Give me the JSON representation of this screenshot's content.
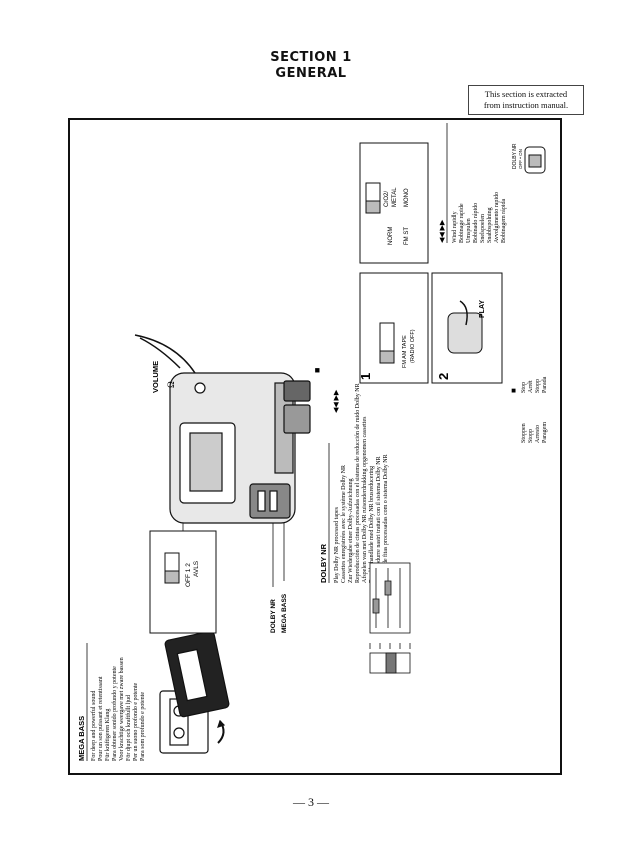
{
  "section": {
    "line1": "SECTION 1",
    "line2": "GENERAL"
  },
  "note": {
    "line1": "This section is extracted",
    "line2": "from instruction manual."
  },
  "page_number": "— 3 —",
  "mega_bass": {
    "title": "MEGA BASS",
    "lines": [
      "For deep and powerful sound",
      "Pour un son puissant et retentissant",
      "Für kräftigeren Klang",
      "Para obtener sonido profundo y potente",
      "Voor krachtige weergave met zware bassen",
      "För djupt och kraftfullt ljud",
      "Per un suono profondo e potente",
      "Para som profundo e potente"
    ]
  },
  "dolby_nr": {
    "title": "DOLBY NR",
    "lines": [
      "Play Dolby NR processed tapes",
      "Cassettes enregistrées avec le système Dolby NR",
      "Zur Wiedergabe einer Dolby-Aufzeichnung",
      "Reproducción de cintas procesadas con el sistema de reducción de ruido Dolby NR",
      "Afspelen van met Dolby NR ruisonderdrukking opgenomen cassettes",
      "Band behandlade med Dolby NR brusreducering",
      "Per riprodurre nastri trattati con il sistema Dolby NR",
      "Leitura de fitas processadas com o sistema Dolby NR"
    ],
    "switch_label": "DOLBY NR",
    "switch_sub": "OFF • ON"
  },
  "wind": {
    "symbol": "◀◀ ▶▶",
    "lines": [
      "Wind rapidly",
      "Bobinage rapide",
      "Umspulen",
      "Bobinado rápido",
      "Snelspoelen",
      "Snabbspolning",
      "Avvolgimento rapido",
      "Bobinagem rápida"
    ]
  },
  "stop": {
    "symbol": "■",
    "lines": [
      "Stop",
      "Arrêt",
      "Stopp",
      "Parada",
      "Stoppen",
      "Stopp",
      "Arresto",
      "Paragem"
    ]
  },
  "callouts": {
    "volume": "VOLUME",
    "headphone": "Ω",
    "dolby_nr": "DOLBY NR",
    "mega_bass": "MEGA BASS",
    "stop_sym": "■",
    "wind_sym": "◀◀ ▶▶",
    "play": "PLAY",
    "step1": "1",
    "step2": "2"
  },
  "switch1": {
    "line1": "OFF  1  2",
    "line2": "AVLS"
  },
  "switch2": {
    "norm": "NORM",
    "crom": "CrO2/",
    "metal": "METAL",
    "fmst": "FM ST",
    "mono": "MONO"
  },
  "switch3": {
    "line1": "FM AM TAPE",
    "line2": "(RADIO OFF)"
  }
}
